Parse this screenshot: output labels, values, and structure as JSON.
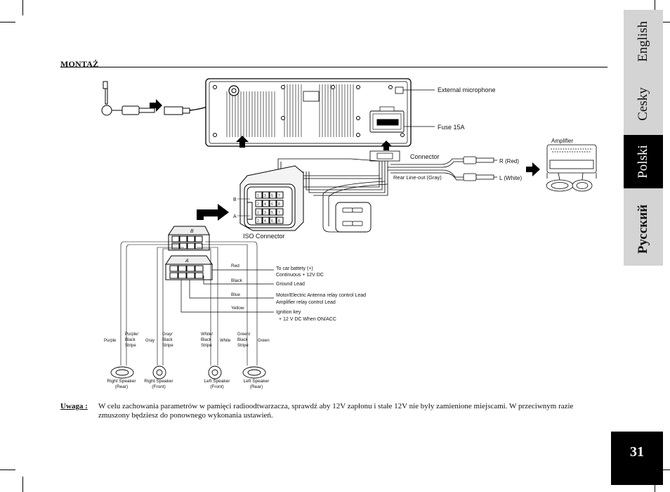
{
  "section_title": "MONTAŻ",
  "language_tabs": [
    {
      "label": "English",
      "active": false
    },
    {
      "label": "Cesky",
      "active": false
    },
    {
      "label": "Polski",
      "active": true
    },
    {
      "label": "Русский",
      "active": false
    }
  ],
  "page_number": "31",
  "diagram": {
    "external_microphone": "External microphone",
    "fuse": "Fuse 15A",
    "amplifier": "Amplifier",
    "connector": "Connector",
    "r_red": "R (Red)",
    "l_white": "L (White)",
    "rear_line_out": "Rear Line-out (Gray)",
    "iso_connector": "ISO Connector",
    "letter_b": "B",
    "letter_a": "A",
    "wire_red": "Red",
    "wire_black": "Black",
    "wire_blue": "Blue",
    "wire_yellow": "Yellow",
    "battery_line1": "To car battety (+)",
    "battery_line2": "Continuous  + 12V DC",
    "ground": "Ground Lead",
    "antenna": "Motor/Electric Antenna relay control Lead",
    "amp_relay": "Amplifier relay control Lead",
    "ignition_line1": "Ignition key",
    "ignition_line2": "+ 12 V DC When  ON/ACC",
    "speaker_wires": [
      "Purple",
      "Purple/",
      "Black",
      "Stripe",
      "Gray",
      "Gray/",
      "Black",
      "Stripe",
      "White/",
      "Black",
      "Stripe",
      "White",
      "Green/",
      "Black",
      "Stripe",
      "Green"
    ],
    "speakers": [
      {
        "name": "Right Speaker",
        "pos": "(Rear)"
      },
      {
        "name": "Right Speaker",
        "pos": "(Front)"
      },
      {
        "name": "Left Speaker",
        "pos": "(Front)"
      },
      {
        "name": "Left Speaker",
        "pos": "(Rear)"
      }
    ],
    "iso_pins_b": [
      "1",
      "2",
      "3",
      "4",
      "5",
      "6",
      "7",
      "8"
    ],
    "iso_pins_a": [
      "1",
      "2",
      "3",
      "4",
      "5",
      "6",
      "7",
      "8"
    ]
  },
  "note": {
    "label": "Uwaga :",
    "text": "W celu zachowania parametrów w pamięci radioodtwarzacza, sprawdź aby 12V zapłonu i  stałe 12V nie były zamienione miejscami. W przeciwnym razie zmuszony będziesz do ponownego wykonania ustawień."
  }
}
